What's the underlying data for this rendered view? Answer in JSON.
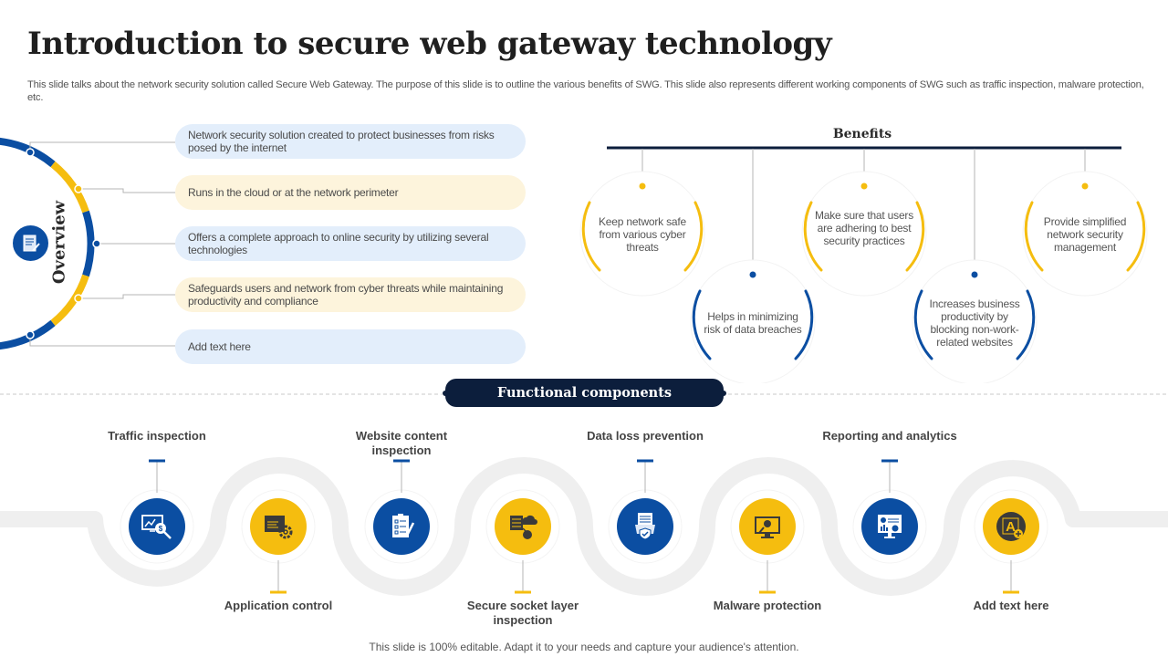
{
  "title": "Introduction to secure web gateway technology",
  "subtitle": "This slide talks about the network security solution called Secure Web Gateway.  The purpose of this slide is to outline the various benefits of SWG.  This slide also represents different working components of SWG  such as traffic inspection, malware protection, etc.",
  "colors": {
    "blue": "#0b4ea2",
    "yellow": "#f5bd0f",
    "navy": "#0c1e3c",
    "track": "#efefef"
  },
  "overview": {
    "label": "Overview",
    "icon": "document-edit-icon",
    "items": [
      {
        "text": "Network security solution created to protect businesses from risks posed by the internet",
        "tone": "blue"
      },
      {
        "text": "Runs in the cloud or at the network perimeter",
        "tone": "yellow"
      },
      {
        "text": "Offers a complete approach to online security by utilizing several technologies",
        "tone": "blue"
      },
      {
        "text": "Safeguards users and network from cyber threats while maintaining productivity and compliance",
        "tone": "yellow"
      },
      {
        "text": "Add text here",
        "tone": "blue"
      }
    ]
  },
  "benefits": {
    "title": "Benefits",
    "items": [
      {
        "text": "Keep network safe from various cyber threats",
        "tone": "yellow"
      },
      {
        "text": "Helps in minimizing risk of data breaches",
        "tone": "blue"
      },
      {
        "text": "Make sure that users are adhering to best security practices",
        "tone": "yellow"
      },
      {
        "text": "Increases business productivity by blocking non-work-related websites",
        "tone": "blue"
      },
      {
        "text": "Provide simplified network security management",
        "tone": "yellow"
      }
    ]
  },
  "functional": {
    "title": "Functional components",
    "items": [
      {
        "label": "Traffic inspection",
        "icon": "monitor-analytics-search-icon",
        "tone": "blue",
        "position": "top"
      },
      {
        "label": "Application control",
        "icon": "app-window-gear-icon",
        "tone": "yellow",
        "position": "bottom"
      },
      {
        "label": "Website content inspection",
        "icon": "clipboard-checklist-icon",
        "tone": "blue",
        "position": "top"
      },
      {
        "label": "Secure socket layer inspection",
        "icon": "server-cloud-lock-icon",
        "tone": "yellow",
        "position": "bottom"
      },
      {
        "label": "Data loss prevention",
        "icon": "document-shield-icon",
        "tone": "blue",
        "position": "top"
      },
      {
        "label": "Malware protection",
        "icon": "monitor-bug-icon",
        "tone": "yellow",
        "position": "bottom"
      },
      {
        "label": "Reporting and analytics",
        "icon": "dashboard-monitor-icon",
        "tone": "blue",
        "position": "top"
      },
      {
        "label": "Add text here",
        "icon": "text-add-icon",
        "tone": "yellow",
        "position": "bottom"
      }
    ]
  },
  "footer": "This slide is 100% editable. Adapt it to your needs and capture your audience's attention."
}
